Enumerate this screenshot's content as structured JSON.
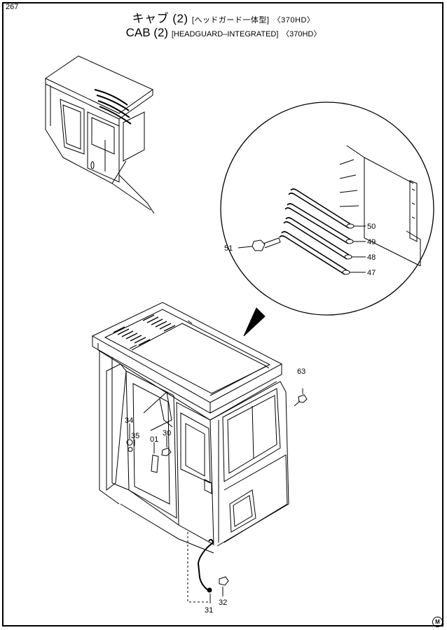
{
  "page_number": "267",
  "title_jp": {
    "main": "キャブ (2)",
    "sub": "[ヘッドガード一体型]",
    "model": "〈370HD〉"
  },
  "title_en": {
    "main": "CAB (2)",
    "sub": "[HEADGUARD–INTEGRATED]",
    "model": "〈370HD〉"
  },
  "part_labels": {
    "p47": "47",
    "p48": "48",
    "p49": "49",
    "p50": "50",
    "p51": "51",
    "p63": "63",
    "p34": "34",
    "p35": "35",
    "p30": "30",
    "p01": "01",
    "p31": "31",
    "p32": "32"
  },
  "corner_mark": "M",
  "icons": {
    "corner_mark": "circled-letter-icon"
  }
}
